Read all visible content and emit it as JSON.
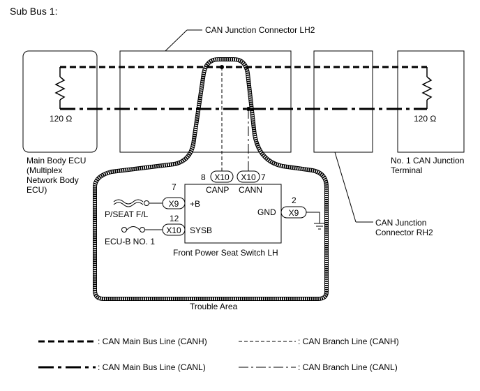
{
  "title": "Sub Bus 1:",
  "components": {
    "can_jc_lh2": "CAN Junction Connector LH2",
    "main_body_ecu": [
      "Main Body ECU",
      "(Multiplex",
      "Network Body",
      "ECU)"
    ],
    "resistor_left": "120 Ω",
    "resistor_right": "120 Ω",
    "no1_can_jc": [
      "No. 1 CAN Junction",
      "Terminal"
    ],
    "can_jc_rh2": [
      "CAN Junction",
      "Connector RH2"
    ],
    "switch_name": "Front Power Seat Switch LH",
    "trouble_area": "Trouble Area"
  },
  "pins": {
    "canp_num": "8",
    "canp_conn": "X10",
    "canp_name": "CANP",
    "cann_conn": "X10",
    "cann_num": "7",
    "cann_name": "CANN",
    "b_num": "7",
    "b_conn": "X9",
    "b_name": "+B",
    "sysb_num": "12",
    "sysb_conn": "X10",
    "sysb_name": "SYSB",
    "gnd_num": "2",
    "gnd_conn": "X9",
    "gnd_name": "GND"
  },
  "fuses": {
    "pseat": "P/SEAT F/L",
    "ecub": "ECU-B NO. 1"
  },
  "legend": {
    "main_canh": ": CAN Main Bus Line (CANH)",
    "branch_canh": ": CAN Branch Line (CANH)",
    "main_canl": ": CAN Main Bus Line (CANL)",
    "branch_canl": ": CAN Branch Line (CANL)"
  }
}
